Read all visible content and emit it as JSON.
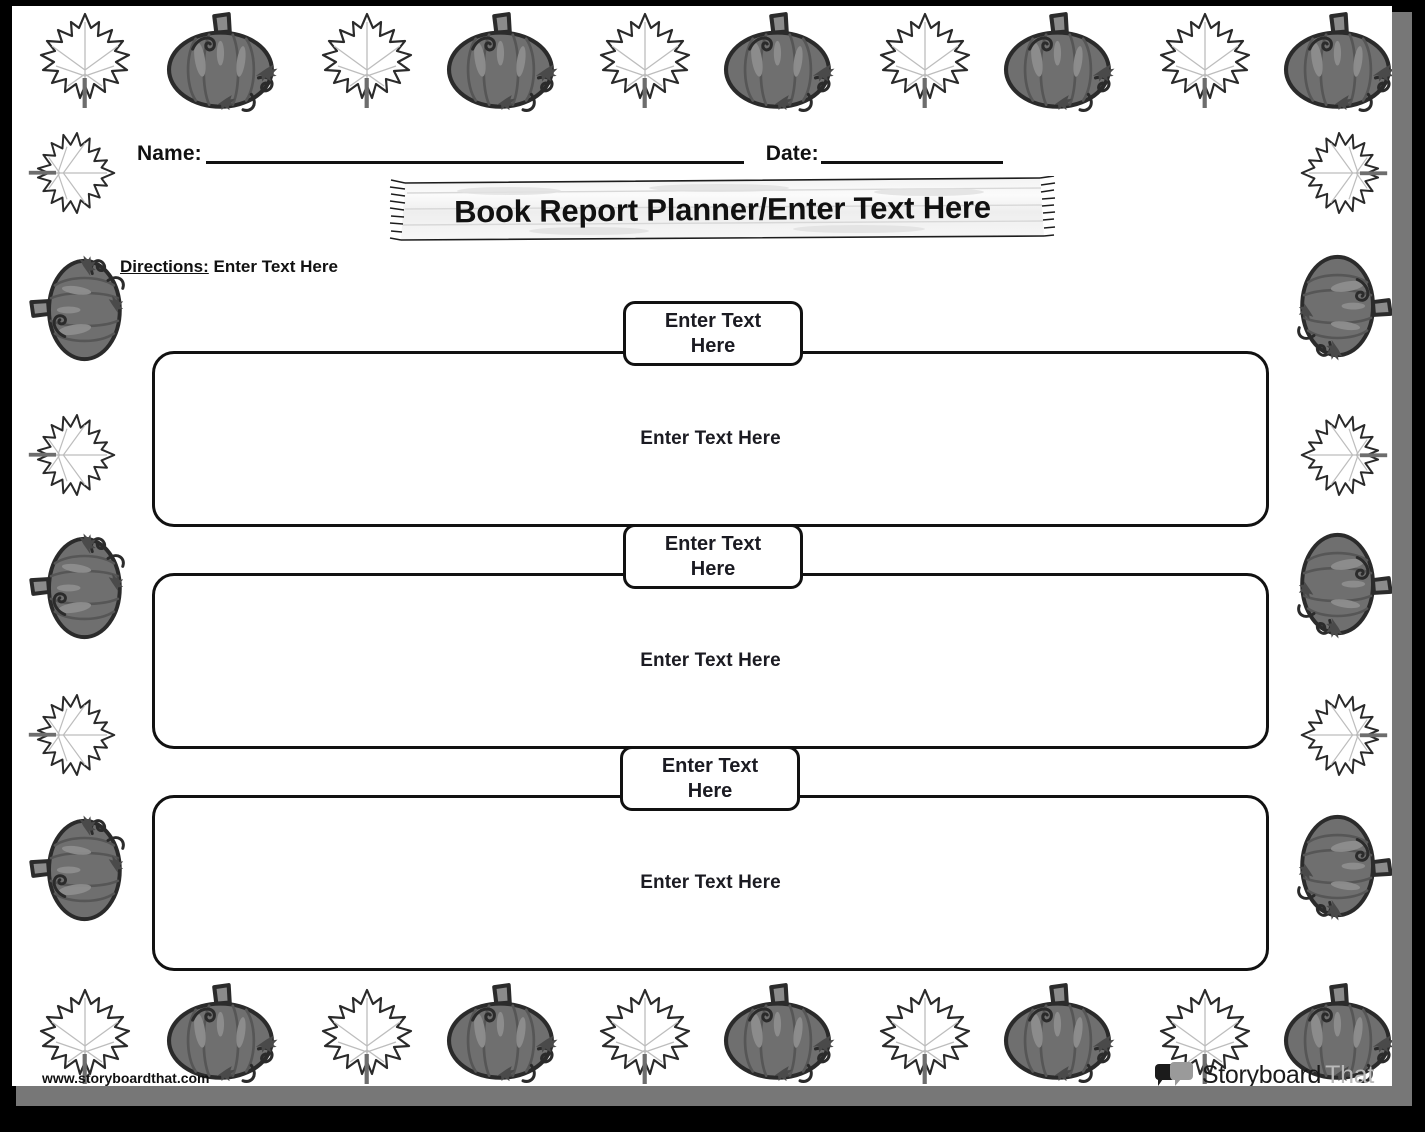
{
  "page": {
    "header": {
      "name_label": "Name:",
      "date_label": "Date:"
    },
    "title": "Book Report Planner/Enter Text Here",
    "directions": {
      "label": "Directions:",
      "text": "Enter Text Here"
    },
    "sections": [
      {
        "tab_line1": "Enter Text",
        "tab_line2": "Here",
        "body": "Enter Text Here"
      },
      {
        "tab_line1": "Enter Text",
        "tab_line2": "Here",
        "body": "Enter Text Here"
      },
      {
        "tab_line1": "Enter Text",
        "tab_line2": "Here",
        "body": "Enter Text Here"
      }
    ],
    "footer": {
      "url": "www.storyboardthat.com",
      "logo_primary": "Storyboard",
      "logo_secondary": "That"
    },
    "decor": {
      "pumpkin_icon": "pumpkin-icon",
      "leaf_icon": "maple-leaf-icon"
    },
    "colors": {
      "ink": "#111111",
      "page": "#ffffff",
      "shadow": "#777777",
      "pumpkin_body": "#6f6f6f",
      "pumpkin_highlight": "#8e8e8e",
      "pumpkin_outline": "#2b2b2b",
      "logo_gray": "#b9b9b9"
    }
  }
}
